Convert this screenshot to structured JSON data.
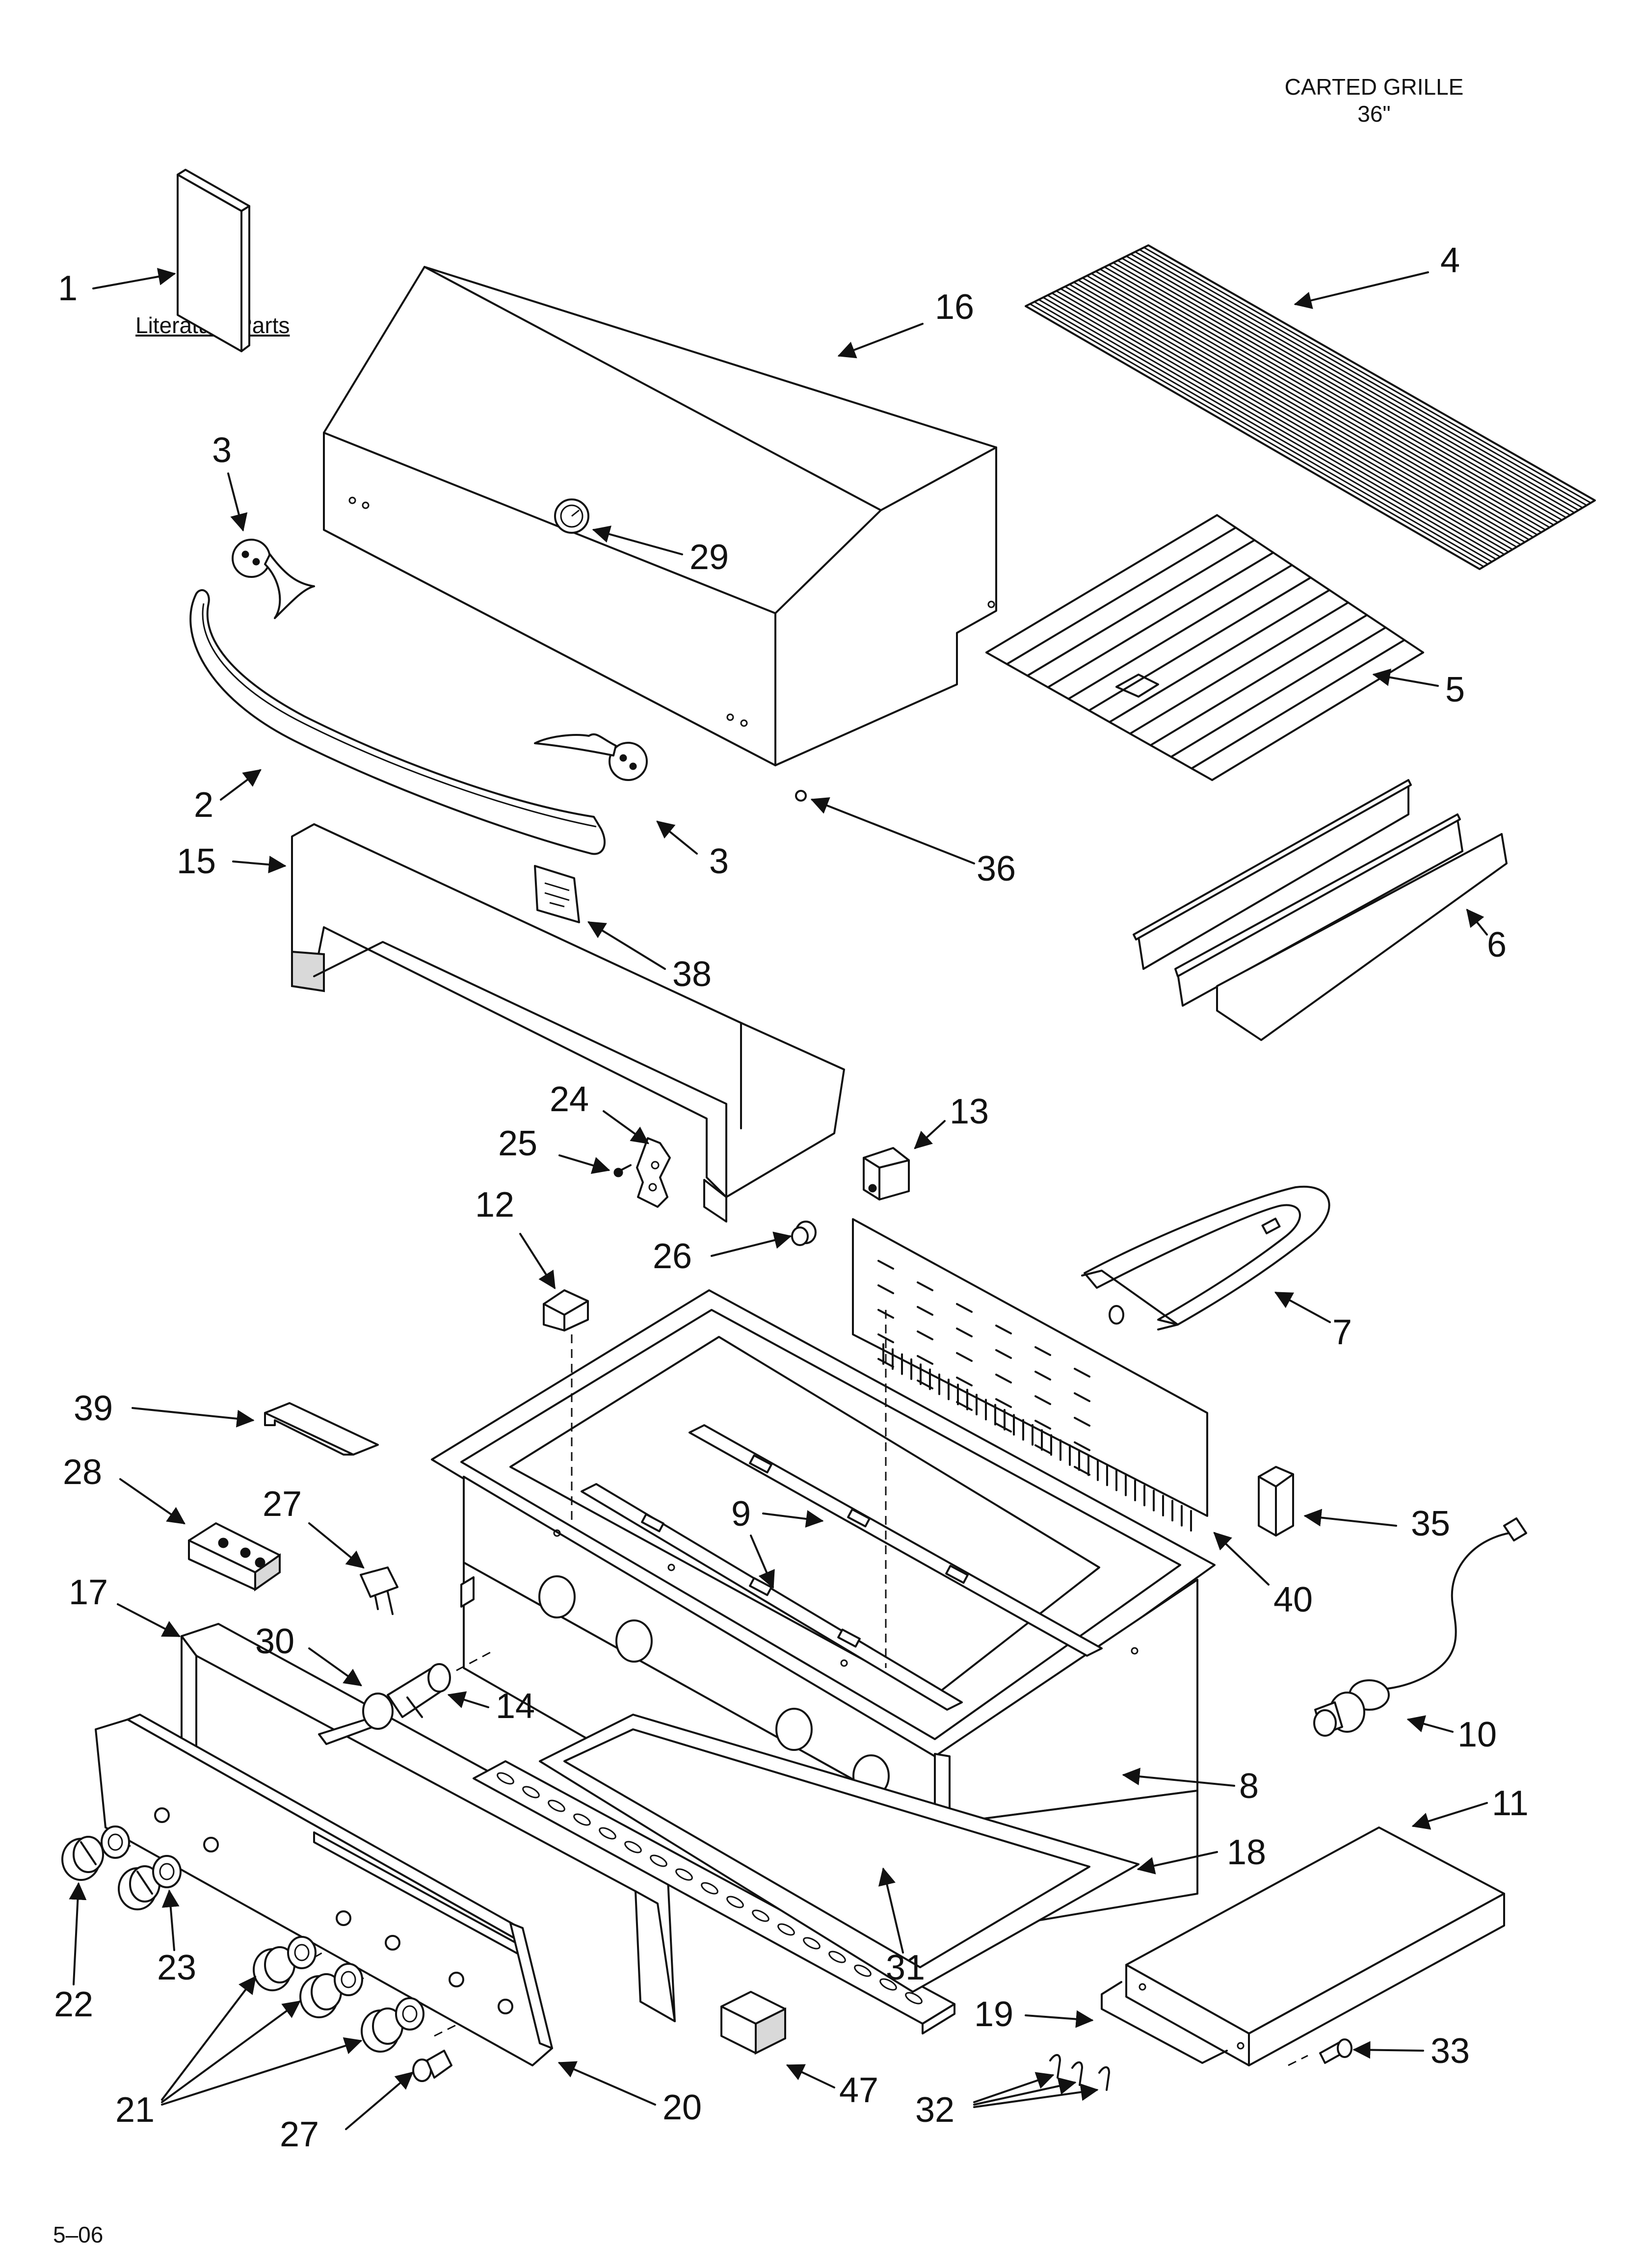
{
  "header": {
    "title": "CARTED GRILLE",
    "subtitle": "36\""
  },
  "literature_label": "Literature Parts",
  "footer": "5–06",
  "callouts": [
    {
      "key": "c1",
      "label": "1"
    },
    {
      "key": "c2",
      "label": "2"
    },
    {
      "key": "c3a",
      "label": "3"
    },
    {
      "key": "c3b",
      "label": "3"
    },
    {
      "key": "c4",
      "label": "4"
    },
    {
      "key": "c5",
      "label": "5"
    },
    {
      "key": "c6",
      "label": "6"
    },
    {
      "key": "c7",
      "label": "7"
    },
    {
      "key": "c8",
      "label": "8"
    },
    {
      "key": "c9",
      "label": "9"
    },
    {
      "key": "c10",
      "label": "10"
    },
    {
      "key": "c11",
      "label": "11"
    },
    {
      "key": "c12",
      "label": "12"
    },
    {
      "key": "c13",
      "label": "13"
    },
    {
      "key": "c14",
      "label": "14"
    },
    {
      "key": "c15",
      "label": "15"
    },
    {
      "key": "c16",
      "label": "16"
    },
    {
      "key": "c17",
      "label": "17"
    },
    {
      "key": "c18",
      "label": "18"
    },
    {
      "key": "c19",
      "label": "19"
    },
    {
      "key": "c20",
      "label": "20"
    },
    {
      "key": "c21",
      "label": "21"
    },
    {
      "key": "c22",
      "label": "22"
    },
    {
      "key": "c23",
      "label": "23"
    },
    {
      "key": "c24",
      "label": "24"
    },
    {
      "key": "c25",
      "label": "25"
    },
    {
      "key": "c26",
      "label": "26"
    },
    {
      "key": "c27a",
      "label": "27"
    },
    {
      "key": "c27b",
      "label": "27"
    },
    {
      "key": "c28",
      "label": "28"
    },
    {
      "key": "c29",
      "label": "29"
    },
    {
      "key": "c30",
      "label": "30"
    },
    {
      "key": "c31",
      "label": "31"
    },
    {
      "key": "c32",
      "label": "32"
    },
    {
      "key": "c33",
      "label": "33"
    },
    {
      "key": "c35",
      "label": "35"
    },
    {
      "key": "c36",
      "label": "36"
    },
    {
      "key": "c38",
      "label": "38"
    },
    {
      "key": "c39",
      "label": "39"
    },
    {
      "key": "c40",
      "label": "40"
    },
    {
      "key": "c47",
      "label": "47"
    }
  ]
}
